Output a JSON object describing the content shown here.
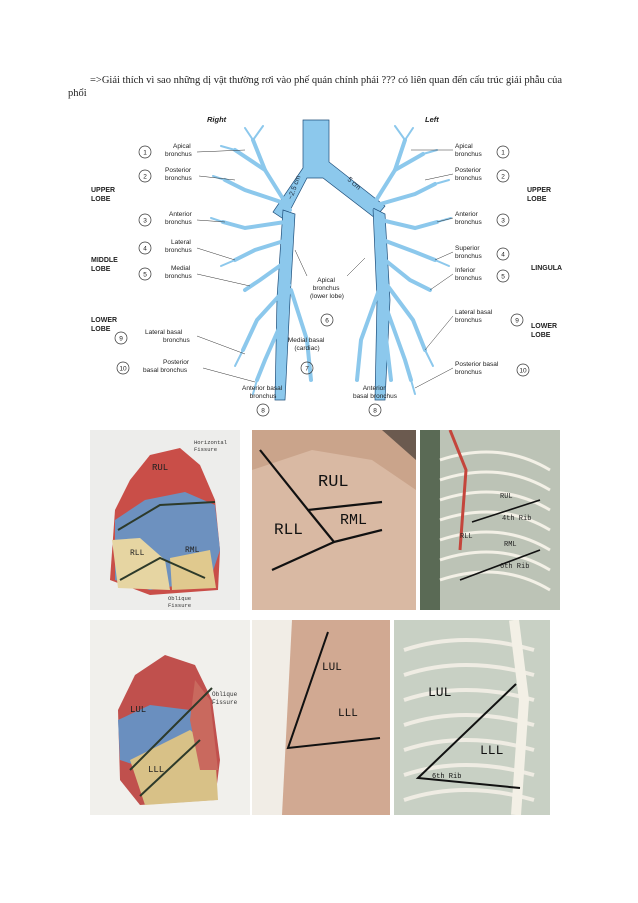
{
  "question_text": "=>Giải thích vì sao những dị vật thường rơi vào phế quản chính phải ??? có liên quan đến cấu trúc giải phẫu của phổi",
  "diagram": {
    "side_right": "Right",
    "side_left": "Left",
    "measure_right": "~2.5 cm",
    "measure_left": "5 cm",
    "lobes_right": {
      "upper": [
        "UPPER",
        "LOBE"
      ],
      "middle": [
        "MIDDLE",
        "LOBE"
      ],
      "lower": [
        "LOWER",
        "LOBE"
      ]
    },
    "lobes_left": {
      "upper": [
        "UPPER",
        "LOBE"
      ],
      "lingula": "LINGULA",
      "lower": [
        "LOWER",
        "LOBE"
      ]
    },
    "right_labels": [
      {
        "num": "1",
        "lines": [
          "Apical",
          "bronchus"
        ]
      },
      {
        "num": "2",
        "lines": [
          "Posterior",
          "bronchus"
        ]
      },
      {
        "num": "3",
        "lines": [
          "Anterior",
          "bronchus"
        ]
      },
      {
        "num": "4",
        "lines": [
          "Lateral",
          "bronchus"
        ]
      },
      {
        "num": "5",
        "lines": [
          "Medial",
          "bronchus"
        ]
      },
      {
        "num": "9",
        "lines": [
          "Lateral basal",
          "bronchus"
        ]
      },
      {
        "num": "10",
        "lines": [
          "Posterior",
          "basal bronchus"
        ]
      }
    ],
    "left_labels": [
      {
        "num": "1",
        "lines": [
          "Apical",
          "bronchus"
        ]
      },
      {
        "num": "2",
        "lines": [
          "Posterior",
          "bronchus"
        ]
      },
      {
        "num": "3",
        "lines": [
          "Anterior",
          "bronchus"
        ]
      },
      {
        "num": "4",
        "lines": [
          "Superior",
          "bronchus"
        ]
      },
      {
        "num": "5",
        "lines": [
          "Inferior",
          "bronchus"
        ]
      },
      {
        "num": "9",
        "lines": [
          "Lateral basal",
          "bronchus"
        ]
      },
      {
        "num": "10",
        "lines": [
          "Posterior basal",
          "bronchus"
        ]
      }
    ],
    "center_labels": {
      "apical_lower": {
        "num": "6",
        "lines": [
          "Apical",
          "bronchus",
          "(lower lobe)"
        ]
      },
      "medial_basal": {
        "num": "7",
        "lines": [
          "Medial basal",
          "(cardiac)"
        ]
      },
      "anterior_basal_right": {
        "num": "8",
        "lines": [
          "Anterior basal",
          "bronchus"
        ]
      },
      "anterior_basal_left": {
        "num": "8",
        "lines": [
          "Anterior",
          "basal bronchus"
        ]
      }
    }
  },
  "photos_row1": {
    "model_right": {
      "horizontal_fissure": [
        "Horizontal",
        "Fissure"
      ],
      "rul": "RUL",
      "rll": "RLL",
      "rml": "RML",
      "oblique_fissure": [
        "Oblique",
        "Fissure"
      ]
    },
    "body_right": {
      "rul": "RUL",
      "rml": "RML",
      "rll": "RLL"
    },
    "skeleton_right": {
      "rul": "RUL",
      "rib4": "4th Rib",
      "rml": "RML",
      "rib6": "6th Rib",
      "rll": "RLL"
    }
  },
  "photos_row2": {
    "model_left": {
      "lul": "LUL",
      "oblique_fissure": [
        "Oblique",
        "Fissure"
      ],
      "lll": "LLL"
    },
    "body_left": {
      "lul": "LUL",
      "lll": "LLL"
    },
    "skeleton_left": {
      "lul": "LUL",
      "lll": "LLL",
      "rib6": "6th Rib"
    }
  },
  "colors": {
    "bronchi": "#8cc8ec",
    "bronchi_edge": "#1e4e7a",
    "rul_model": "#c0504d",
    "rml_model": "#6a8fbf",
    "rll_model": "#e7d6a5",
    "fissure_line": "#2d3a2a"
  }
}
